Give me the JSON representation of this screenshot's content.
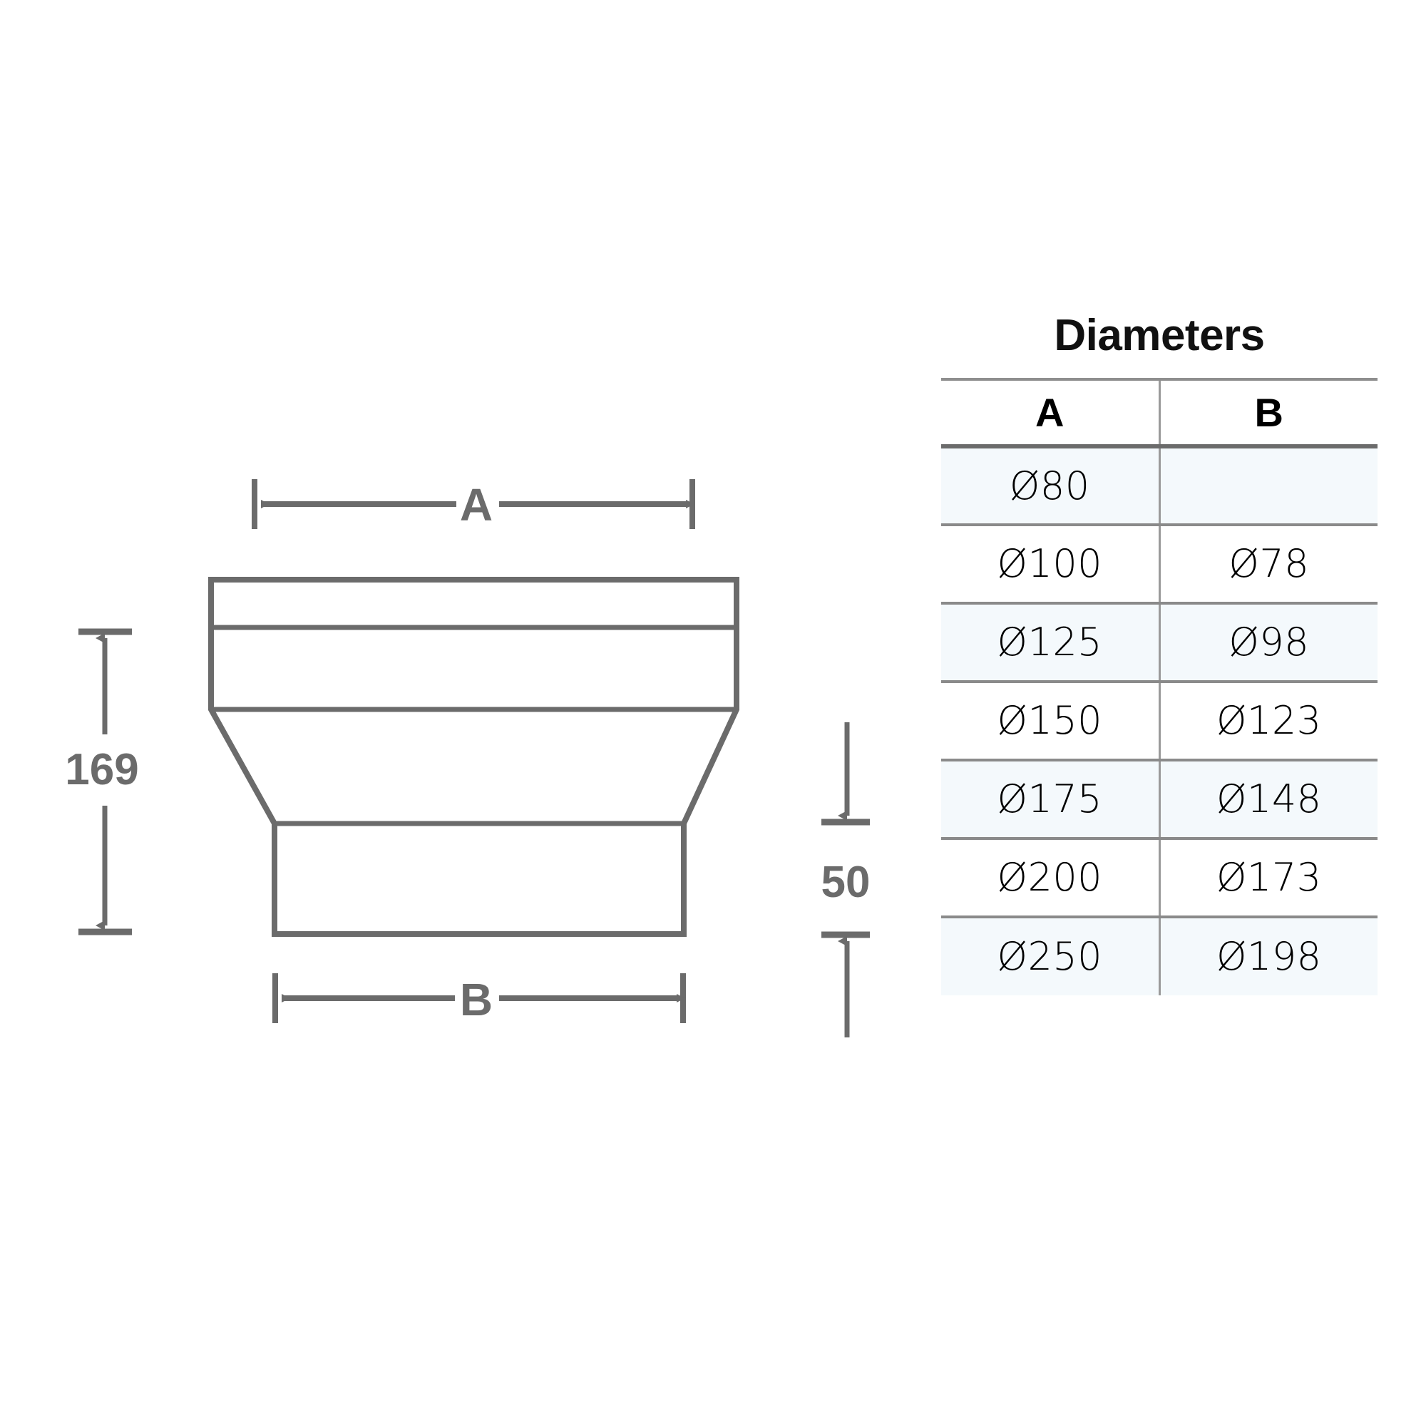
{
  "drawing": {
    "name": "duct-reducer-cross-section",
    "dimensions": {
      "top_width_label": "A",
      "bottom_width_label": "B",
      "total_height_label": "169",
      "bottom_collar_height_label": "50"
    }
  },
  "table": {
    "title": "Diameters",
    "columns": [
      {
        "key": "a",
        "label": "A"
      },
      {
        "key": "b",
        "label": "B"
      }
    ],
    "rows": [
      {
        "a": "Ø80",
        "b": ""
      },
      {
        "a": "Ø100",
        "b": "Ø78"
      },
      {
        "a": "Ø125",
        "b": "Ø98"
      },
      {
        "a": "Ø150",
        "b": "Ø123"
      },
      {
        "a": "Ø175",
        "b": "Ø148"
      },
      {
        "a": "Ø200",
        "b": "Ø173"
      },
      {
        "a": "Ø250",
        "b": "Ø198"
      }
    ]
  },
  "colors": {
    "background": "#ffffff",
    "line": "#6b6b6b",
    "table_rule": "#8a8a8a",
    "table_rule_strong": "#6b6b6b",
    "alt_row": "#f4f9fc",
    "text_dark": "#111111",
    "text_dim": "#6b6b6b"
  }
}
